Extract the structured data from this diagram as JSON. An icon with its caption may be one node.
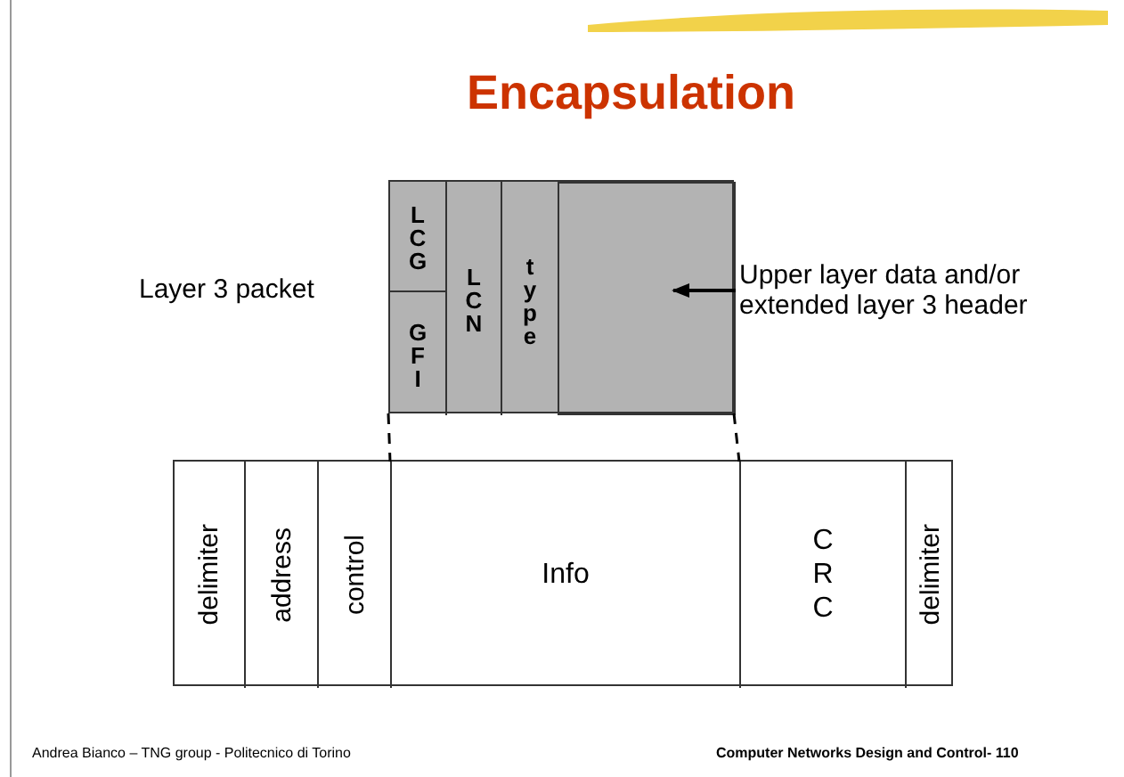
{
  "diagram": {
    "title": "Encapsulation",
    "nodes": [
      {
        "text": [],
        "shape": "box",
        "beside": [
          "Layer 3 packet"
        ]
      },
      {
        "text": [
          "LCG"
        ],
        "in": 0
      },
      {
        "text": [
          "GFI"
        ],
        "in": 0
      },
      {
        "text": [
          "LCN"
        ],
        "in": 0
      },
      {
        "text": [
          "type"
        ],
        "in": 0
      },
      {
        "text": [],
        "shape": "box",
        "in": 0
      },
      {
        "text": [
          "Upper layer data and/or extended layer 3 header"
        ]
      },
      {
        "text": [],
        "shape": "box"
      },
      {
        "text": [
          "delimiter"
        ],
        "in": 7
      },
      {
        "text": [
          "address"
        ],
        "in": 7
      },
      {
        "text": [
          "control"
        ],
        "in": 7
      },
      {
        "text": [
          "Info"
        ],
        "in": 7
      },
      {
        "text": [
          "CRC"
        ],
        "in": 7
      },
      {
        "text": [
          "delimiter"
        ],
        "in": 7
      }
    ],
    "edges": [
      {
        "from": 6,
        "to": 5,
        "arrow": "to"
      },
      {
        "from": 0,
        "to": 11,
        "arrow": "none",
        "style": "dashed"
      },
      {
        "from": 0,
        "to": 11,
        "arrow": "none",
        "style": "dashed"
      }
    ],
    "labels": [
      "Andrea Bianco – TNG group - Politecnico di Torino",
      "Computer Networks Design and Control- 110"
    ]
  }
}
